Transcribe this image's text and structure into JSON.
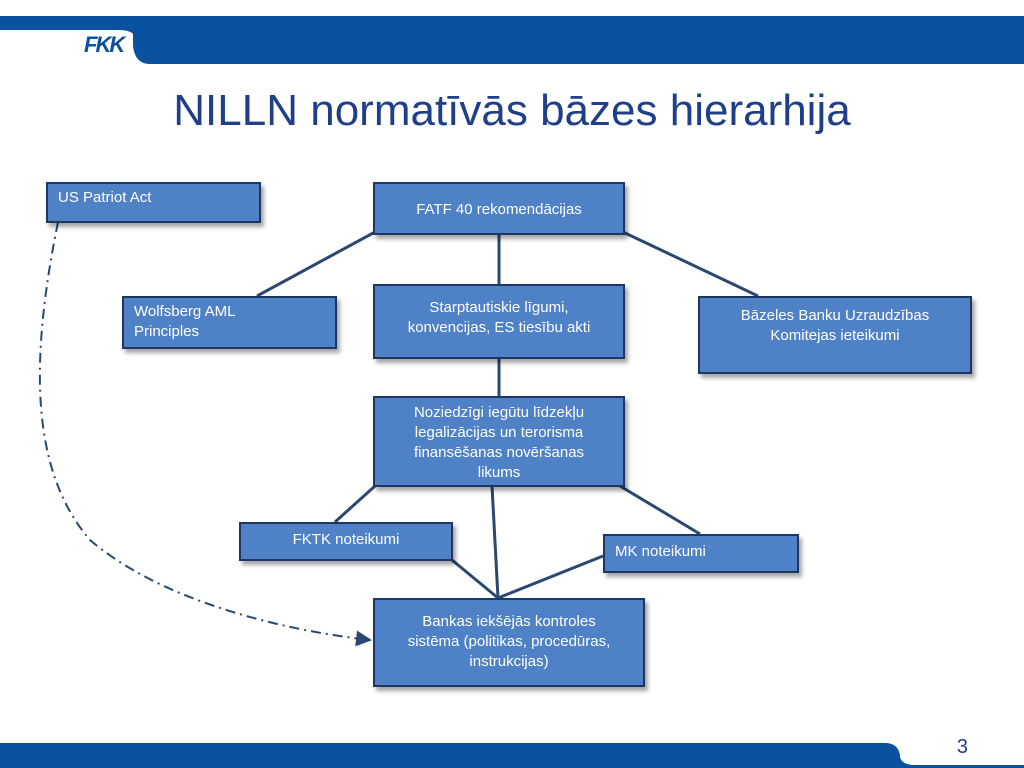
{
  "colors": {
    "brand_blue": "#0a52a0",
    "node_fill": "#4f81c7",
    "node_border": "#1f3562",
    "connector": "#2a4870",
    "title": "#1f3f8a"
  },
  "header": {
    "logo_text": "FKK",
    "title": "NILLN normatīvās bāzes hierarhija"
  },
  "nodes": {
    "us_patriot_act": {
      "label": "US Patriot Act"
    },
    "fatf": {
      "label": "FATF 40 rekomendācijas"
    },
    "wolfsberg": {
      "line1": "Wolfsberg AML",
      "line2": "Principles"
    },
    "international": {
      "line1": "Starptautiskie līgumi,",
      "line2": "konvencijas, ES tiesību akti"
    },
    "basel": {
      "line1": "Bāzeles Banku Uzraudzības",
      "line2": "Komitejas ieteikumi"
    },
    "law": {
      "line1": "Noziedzīgi iegūtu līdzekļu",
      "line2": "legalizācijas un terorisma",
      "line3": "finansēšanas novēršanas",
      "line4": "likums"
    },
    "fktk": {
      "label": "FKTK noteikumi"
    },
    "mk": {
      "label": "MK noteikumi"
    },
    "bank": {
      "line1": "Bankas iekšējās kontroles",
      "line2": "sistēma (politikas, procedūras,",
      "line3": "instrukcijas)"
    }
  },
  "footer": {
    "page_number": "3"
  }
}
